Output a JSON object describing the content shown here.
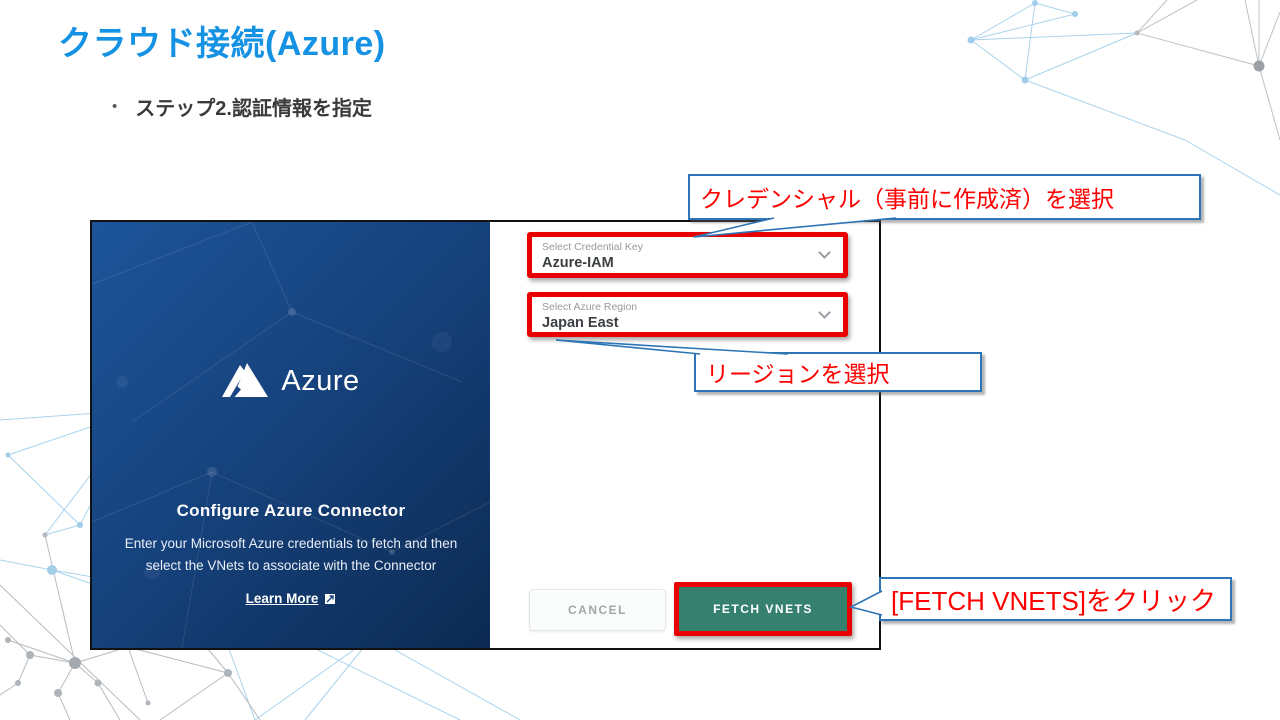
{
  "slide": {
    "title": "クラウド接続(Azure)",
    "bullet": "ステップ2.認証情報を指定"
  },
  "dialog": {
    "brand": "Azure",
    "heading": "Configure Azure Connector",
    "description_line1": "Enter your Microsoft Azure credentials to fetch and then",
    "description_line2": "select the VNets to associate with the Connector",
    "learn_more_label": "Learn More",
    "fields": [
      {
        "label": "Select Credential Key",
        "value": "Azure-IAM"
      },
      {
        "label": "Select Azure Region",
        "value": "Japan East"
      }
    ],
    "buttons": {
      "cancel_label": "CANCEL",
      "fetch_label": "FETCH VNETS"
    }
  },
  "callouts": [
    {
      "text": "クレデンシャル（事前に作成済）を選択"
    },
    {
      "text": "リージョンを選択"
    },
    {
      "text": "[FETCH VNETS]をクリック"
    }
  ],
  "colors": {
    "title_blue": "#1592e4",
    "annotation_red": "#ff0000",
    "highlight_red": "#e90000",
    "callout_border_blue": "#2e75b6",
    "fetch_button_green": "#35806f",
    "panel_navy_top": "#1d549a",
    "panel_navy_bottom": "#0c2a52"
  }
}
